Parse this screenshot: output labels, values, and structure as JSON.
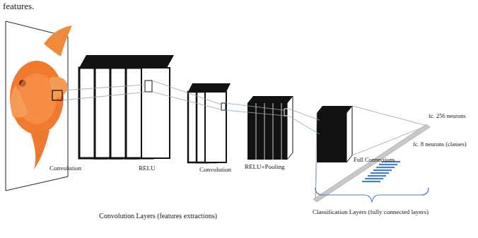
{
  "diagram": {
    "labels": [
      "features.",
      "Convolution",
      "RELU",
      "Convolution",
      "RELU+Pooling",
      "Full Connections",
      "fc. 256 neurons",
      "fc. 8 neurons (classes)",
      "Convolution Layers (features extractions)",
      "Classification Layers (fully connected layers)"
    ]
  }
}
